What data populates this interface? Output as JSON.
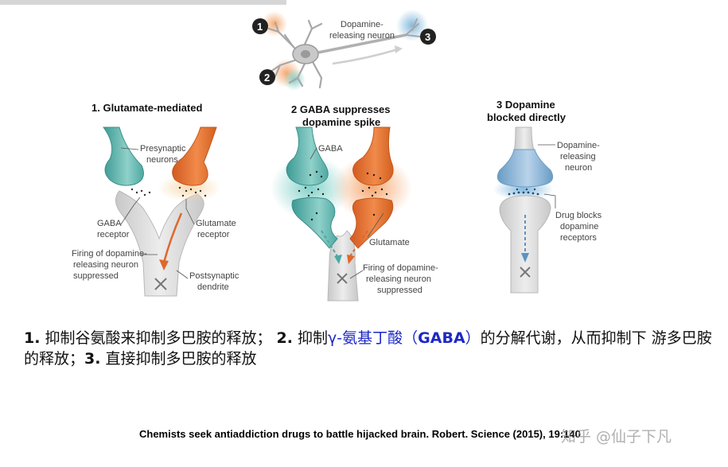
{
  "top": {
    "neuron_label_line1": "Dopamine-",
    "neuron_label_line2": "releasing neuron",
    "badge1": "1",
    "badge2": "2",
    "badge3": "3"
  },
  "panel1": {
    "title": "1. Glutamate-mediated",
    "presynaptic_1": "Presynaptic",
    "presynaptic_2": "neurons",
    "gaba_receptor_1": "GABA",
    "gaba_receptor_2": "receptor",
    "glutamate_receptor_1": "Glutamate",
    "glutamate_receptor_2": "receptor",
    "firing_1": "Firing of dopamine-",
    "firing_2": "releasing neuron",
    "firing_3": "suppressed",
    "postsynaptic_1": "Postsynaptic",
    "postsynaptic_2": "dendrite"
  },
  "panel2": {
    "title_1": "2 GABA suppresses",
    "title_2": "dopamine spike",
    "gaba": "GABA",
    "glutamate": "Glutamate",
    "firing_1": "Firing of dopamine-",
    "firing_2": "releasing neuron",
    "firing_3": "suppressed"
  },
  "panel3": {
    "title_1": "3 Dopamine",
    "title_2": "blocked directly",
    "neuron_1": "Dopamine-",
    "neuron_2": "releasing",
    "neuron_3": "neuron",
    "drug_1": "Drug blocks",
    "drug_2": "dopamine",
    "drug_3": "receptors"
  },
  "caption": {
    "n1": "1.",
    "t1": " 抑制谷氨酸来抑制多巴胺的释放； ",
    "n2": "2.",
    "t2a": " 抑制",
    "t2b": "γ-氨基丁酸（",
    "gaba": "GABA",
    "t2c": "）",
    "t2d": "的分解代谢，从而抑制下 游多巴胺的释放；",
    "n3": "3.",
    "t3": " 直接抑制多巴胺的释放"
  },
  "reference": "Chemists seek antiaddiction drugs to battle hijacked brain. Robert. Science (2015), 19:140",
  "watermark": "知乎 @仙子下凡",
  "colors": {
    "teal": "#4fa8a2",
    "orange": "#e0672b",
    "blue": "#7aa8cc",
    "gray": "#d6d6d6",
    "caption_blue": "#1d28c8"
  }
}
